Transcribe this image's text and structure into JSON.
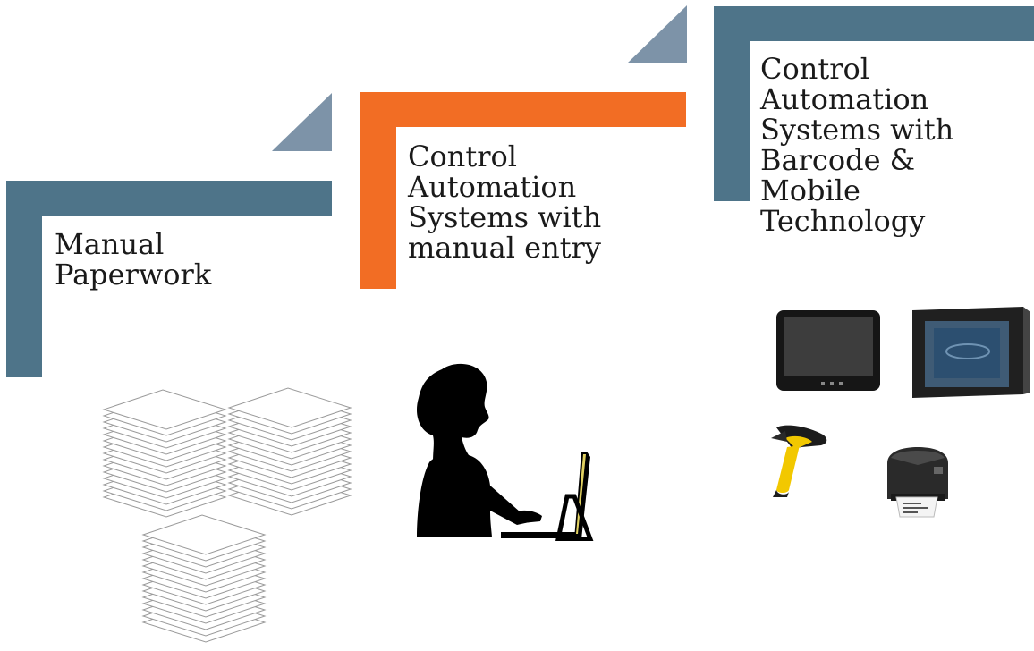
{
  "colors": {
    "step_blue": "#4e7489",
    "step_orange": "#f26d24",
    "accent_triangle": "#7d93a8"
  },
  "steps": [
    {
      "label": "Manual\nPaperwork"
    },
    {
      "label": "Control\nAutomation\nSystems with\nmanual entry"
    },
    {
      "label": "Control\nAutomation\nSystems with\nBarcode &\nMobile\nTechnology"
    }
  ],
  "illustrations": {
    "step1": "paper-stacks",
    "step2": "person-at-computer",
    "step3": [
      "tablet",
      "panel-pc",
      "barcode-scanner",
      "label-printer"
    ]
  }
}
